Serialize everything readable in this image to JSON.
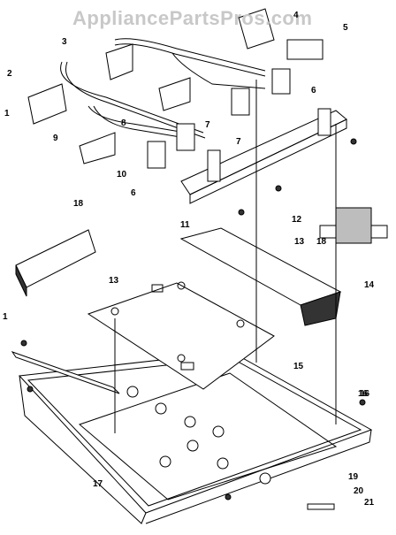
{
  "watermark": "AppliancePartsPros.com",
  "callouts": [
    "1",
    "2",
    "3",
    "4",
    "5",
    "6",
    "7",
    "7",
    "8",
    "9",
    "10",
    "6",
    "11",
    "12",
    "13",
    "13",
    "14",
    "15",
    "16",
    "17",
    "18",
    "18",
    "16",
    "1",
    "19",
    "20",
    "21"
  ]
}
